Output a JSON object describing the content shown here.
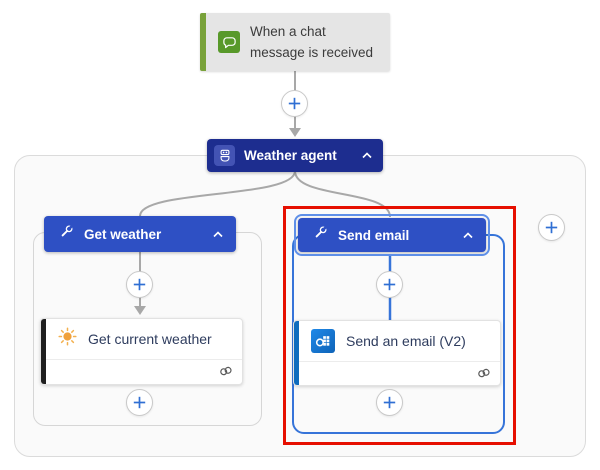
{
  "app": {
    "name": "Flow designer canvas"
  },
  "colors": {
    "trigger_bg": "#e5e5e5",
    "trigger_bar_green": "#79a23a",
    "trigger_icon_green": "#58992a",
    "agent_blue": "#1d2d8f",
    "agent_chip_blue": "#4353b4",
    "tool_header_blue": "#2e50c4",
    "selection_outline_blue": "#5e8fe8",
    "scope_border_blue": "#3674d9",
    "scope_border_gray": "#d6d6d6",
    "annotation_red": "#e60f00",
    "connector_gray": "#a8a8a8",
    "plus_blue": "#2f6fd3",
    "outlook_blue": "#0f6cbd",
    "sun_orange": "#f0a13c",
    "action_title_navy": "#2e3c5e"
  },
  "icons": {
    "trigger": "chat-bubble-icon",
    "agent": "bot-icon",
    "tool": "wrench-icon",
    "collapse": "chevron-up-icon",
    "weather_action": "sun-icon",
    "email_action": "outlook-icon",
    "connection": "connection-icon",
    "add": "plus-icon"
  },
  "trigger": {
    "title": "When a chat message is received"
  },
  "agent": {
    "title": "Weather agent"
  },
  "branches": [
    {
      "header": "Get weather",
      "selected": false,
      "action": {
        "title": "Get current weather"
      }
    },
    {
      "header": "Send email",
      "selected": true,
      "action": {
        "title": "Send an email (V2)"
      }
    }
  ]
}
